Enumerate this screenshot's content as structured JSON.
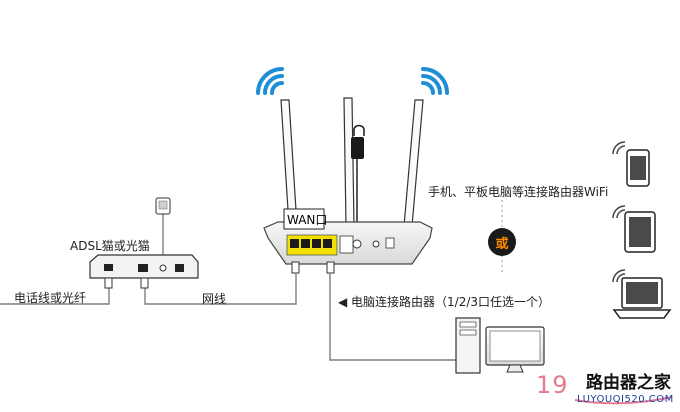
{
  "labels": {
    "modem": "ADSL猫或光猫",
    "phone_line": "电话线或光纤",
    "network_cable": "网线",
    "wan_port": "WAN口",
    "wifi_devices": "手机、平板电脑等连接路由器WiFi",
    "or": "或",
    "pc_connect": "◀ 电脑连接路由器（1/2/3口任选一个）"
  },
  "watermark": {
    "prefix": "19",
    "brand": "路由器之家",
    "url": "LUYOUQI520.COM"
  },
  "colors": {
    "wifi_blue": "#1e8fd6",
    "lan_yellow": "#f2e100",
    "or_text": "#ff8a00"
  }
}
